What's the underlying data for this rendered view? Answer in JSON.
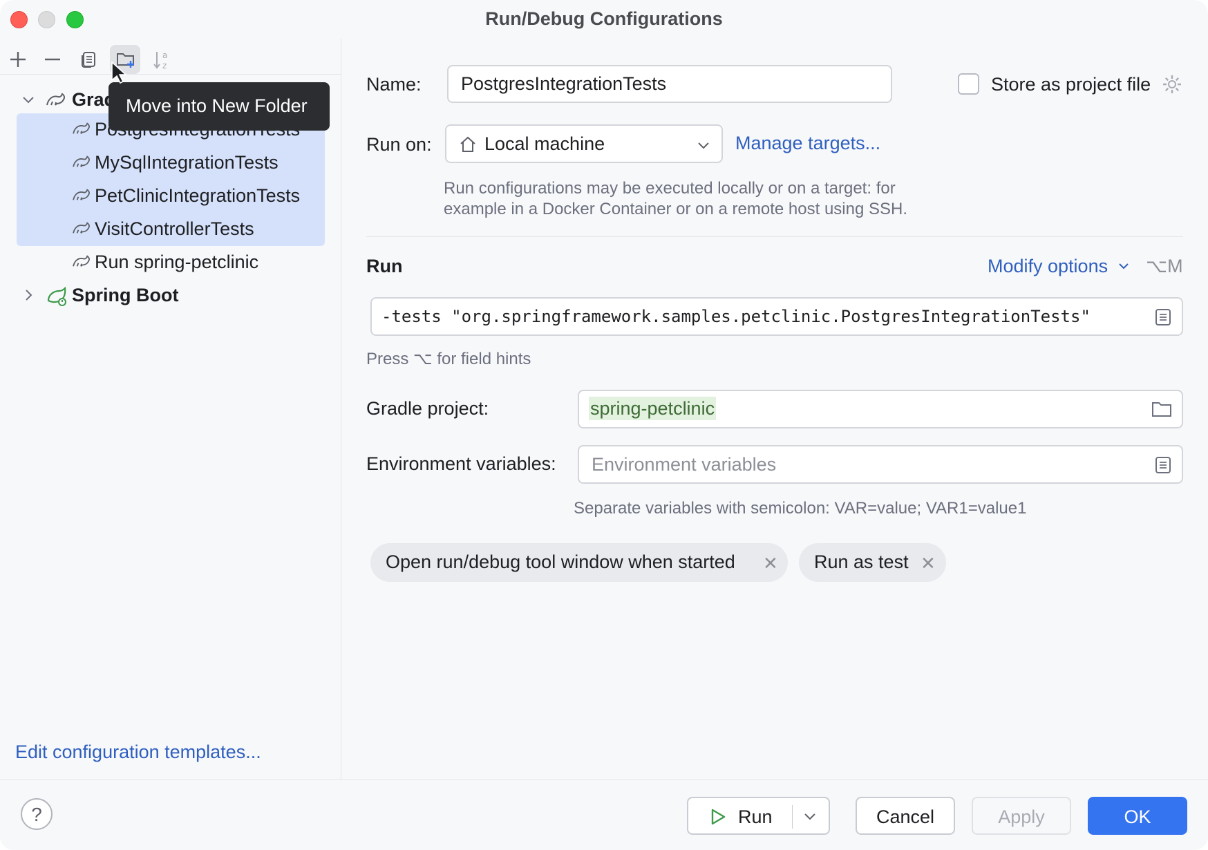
{
  "window": {
    "title": "Run/Debug Configurations"
  },
  "toolbar": {
    "add": "plus-icon",
    "remove": "minus-icon",
    "copy": "copy-icon",
    "new_folder": "new-folder-icon",
    "sort": "sort-alpha-icon"
  },
  "tooltip": {
    "text": "Move into New Folder"
  },
  "tree": {
    "group_gradle": "Grad",
    "items": [
      {
        "label": "PostgresIntegrationTests"
      },
      {
        "label": "MySqlIntegrationTests"
      },
      {
        "label": "PetClinicIntegrationTests"
      },
      {
        "label": "VisitControllerTests"
      },
      {
        "label": "Run spring-petclinic"
      }
    ],
    "group_spring": "Spring Boot"
  },
  "left_footer": {
    "edit_templates": "Edit configuration templates..."
  },
  "form": {
    "name_label": "Name:",
    "name_value": "PostgresIntegrationTests",
    "store_label": "Store as project file",
    "run_on_label": "Run on:",
    "run_on_value": "Local machine",
    "manage_targets": "Manage targets...",
    "run_on_hint_1": "Run configurations may be executed locally or on a target: for",
    "run_on_hint_2": "example in a Docker Container or on a remote host using SSH.",
    "run_section": "Run",
    "modify_options": "Modify options",
    "modify_shortcut": "⌥M",
    "command_value": "-tests \"org.springframework.samples.petclinic.PostgresIntegrationTests\"",
    "field_hint": "Press ⌥ for field hints",
    "gradle_label": "Gradle project:",
    "gradle_value": "spring-petclinic",
    "env_label": "Environment variables:",
    "env_placeholder": "Environment variables",
    "env_hint": "Separate variables with semicolon: VAR=value; VAR1=value1",
    "chips": [
      {
        "label": "Open run/debug tool window when started"
      },
      {
        "label": "Run as test"
      }
    ]
  },
  "buttons": {
    "help": "?",
    "run": "Run",
    "cancel": "Cancel",
    "apply": "Apply",
    "ok": "OK"
  },
  "colors": {
    "accent": "#3574f0",
    "link": "#2f5fbf",
    "selection": "#d5e1fb",
    "gradle_highlight": "#e3f1df"
  }
}
